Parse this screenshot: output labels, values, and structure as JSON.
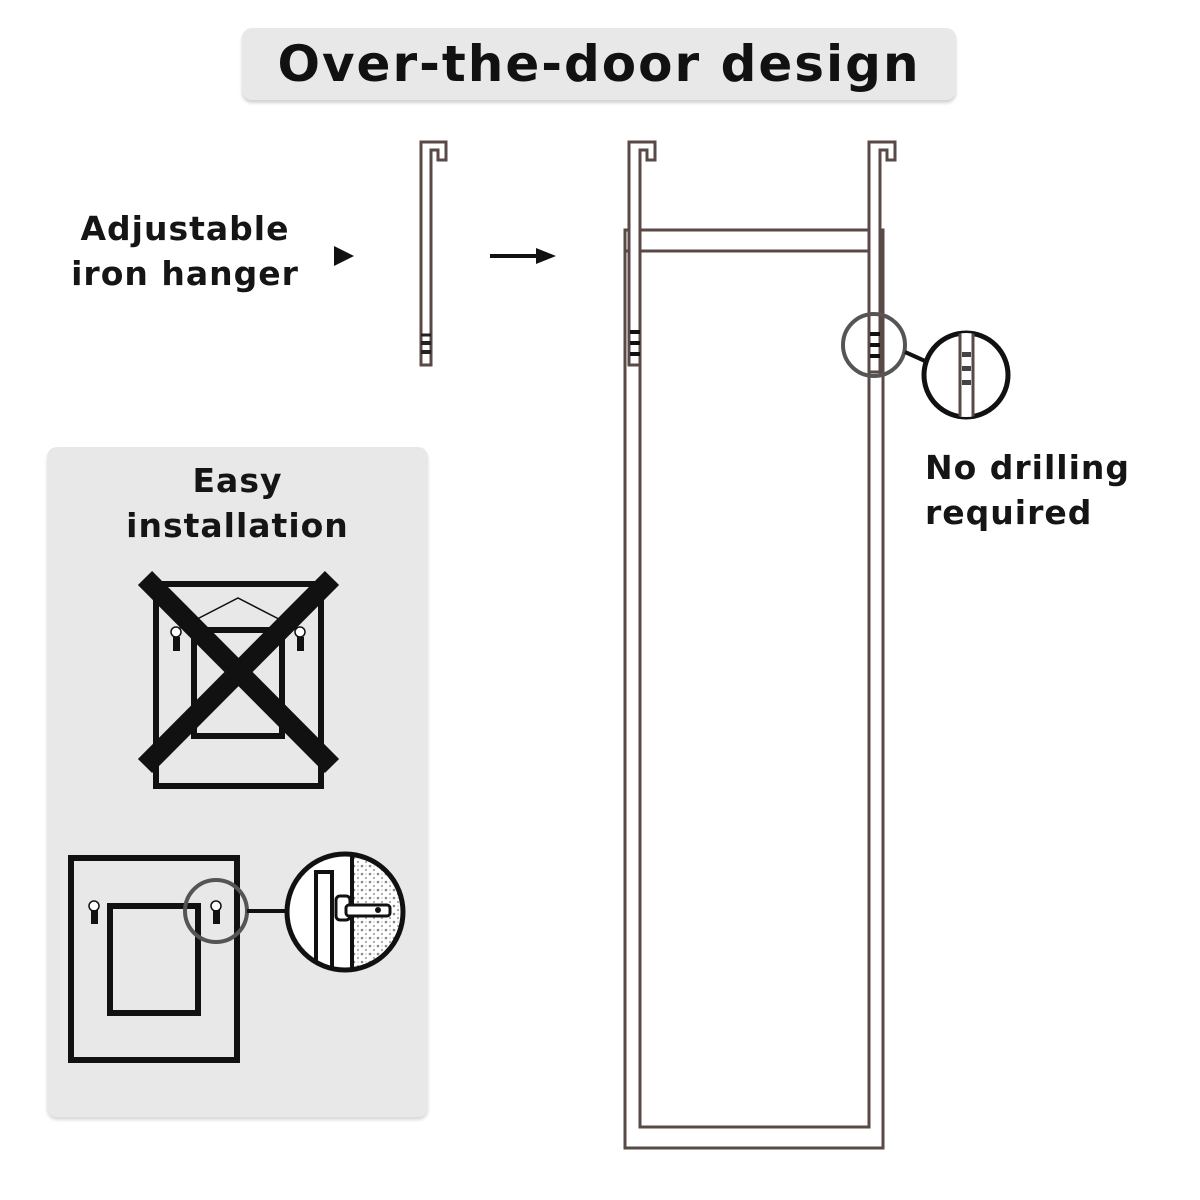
{
  "title": "Over-the-door design",
  "hanger_label": {
    "line1": "Adjustable",
    "line2": "iron hanger"
  },
  "install_label": {
    "line1": "Easy",
    "line2": "installation"
  },
  "drill_label": {
    "line1": "No drilling",
    "line2": "required"
  },
  "colors": {
    "frame": "#5a4a45",
    "ink": "#111111",
    "panel": "#e8e8e8",
    "callout": "#555555"
  }
}
